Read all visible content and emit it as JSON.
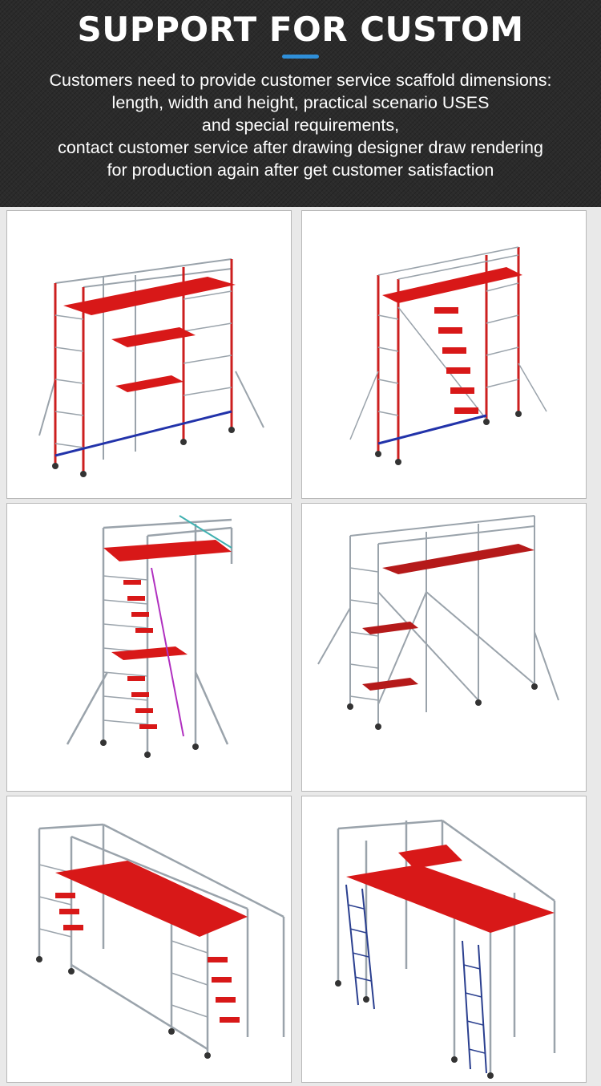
{
  "header": {
    "title": "SUPPORT FOR CUSTOM",
    "description_lines": [
      "Customers need to provide customer service scaffold dimensions:",
      "length, width and height, practical scenario USES",
      "and special requirements,",
      "contact customer service after drawing designer draw rendering",
      "for production again after get customer satisfaction"
    ]
  },
  "gallery": {
    "images": [
      {
        "icon": "scaffold-double-width-red-frame-icon"
      },
      {
        "icon": "scaffold-tall-red-frame-icon"
      },
      {
        "icon": "scaffold-stair-tower-icon"
      },
      {
        "icon": "scaffold-wide-stair-platform-icon"
      },
      {
        "icon": "scaffold-bridge-stair-icon"
      },
      {
        "icon": "scaffold-bridge-ladder-icon"
      }
    ]
  },
  "colors": {
    "header_bg": "#2b2b2b",
    "accent": "#2f8fd9",
    "platform_red": "#d81818",
    "frame_red": "#cc1f1f",
    "tube_gray": "#9aa3ab"
  }
}
